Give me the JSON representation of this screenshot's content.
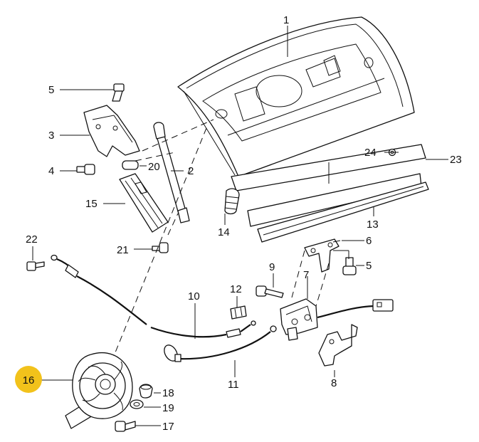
{
  "callouts": {
    "c1": "1",
    "c2": "2",
    "c3": "3",
    "c4": "4",
    "c5a": "5",
    "c5b": "5",
    "c6": "6",
    "c7": "7",
    "c8": "8",
    "c9": "9",
    "c10": "10",
    "c11": "11",
    "c12": "12",
    "c13": "13",
    "c14": "14",
    "c15": "15",
    "c16": "16",
    "c17": "17",
    "c18": "18",
    "c19": "19",
    "c20": "20",
    "c21": "21",
    "c22": "22",
    "c23": "23",
    "c24": "24"
  },
  "highlight": {
    "part": "16",
    "color": "#f2c21b"
  }
}
